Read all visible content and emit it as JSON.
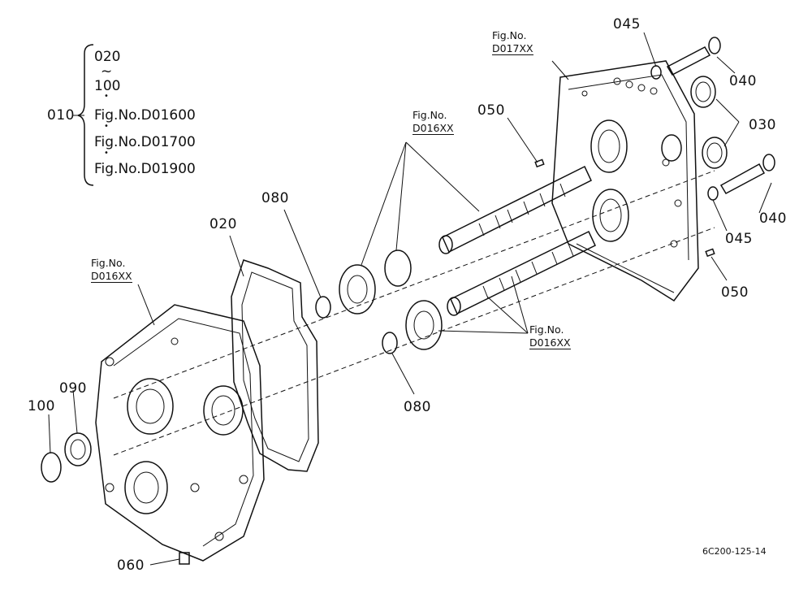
{
  "bracket_list": {
    "parent": "010",
    "items": [
      "020",
      "~",
      "100",
      "•",
      "Fig.No.D01600",
      "•",
      "Fig.No.D01700",
      "•",
      "Fig.No.D01900"
    ]
  },
  "figrefs": {
    "d017_top": [
      "Fig.No.",
      "D017XX"
    ],
    "d016_shaft_upper": [
      "Fig.No.",
      "D016XX"
    ],
    "d016_housing": [
      "Fig.No.",
      "D016XX"
    ],
    "d016_shaft_lower": [
      "Fig.No.",
      "D016XX"
    ]
  },
  "labels": {
    "p045_top": "045",
    "p040_top": "040",
    "p030": "030",
    "p050_top": "050",
    "p040_mid": "040",
    "p045_mid": "045",
    "p050_mid": "050",
    "p080_top": "080",
    "p020": "020",
    "p080_bottom": "080",
    "p100": "100",
    "p090": "090",
    "p060": "060"
  },
  "drawing_code": "6C200-125-14"
}
